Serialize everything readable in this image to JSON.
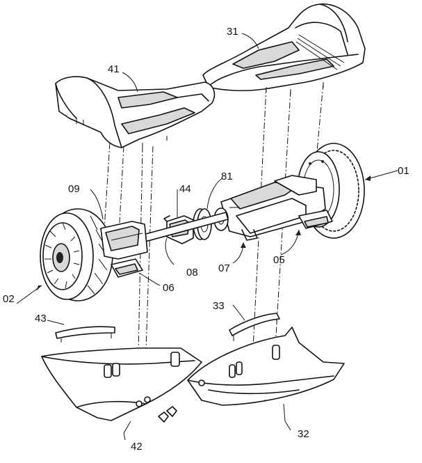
{
  "labels": {
    "l31": "31",
    "l41": "41",
    "l01": "01",
    "l81": "81",
    "l09": "09",
    "l44": "44",
    "l02": "02",
    "l08": "08",
    "l07": "07",
    "l05": "05",
    "l06": "06",
    "l43": "43",
    "l33": "33",
    "l42": "42",
    "l32": "32"
  },
  "components": {
    "top_shell_right": "31",
    "top_shell_left": "41",
    "right_wheel": "01",
    "left_wheel": "02",
    "bearing_ring": "81",
    "axle_bracket_left": "09",
    "axle_clamp": "44",
    "connecting_axle": "08",
    "right_frame": "07",
    "right_foot_pad": "05",
    "left_foot_pad": "06",
    "left_handle_bar": "43",
    "right_handle_bar": "33",
    "bottom_shell_left": "42",
    "bottom_shell_right": "32"
  }
}
